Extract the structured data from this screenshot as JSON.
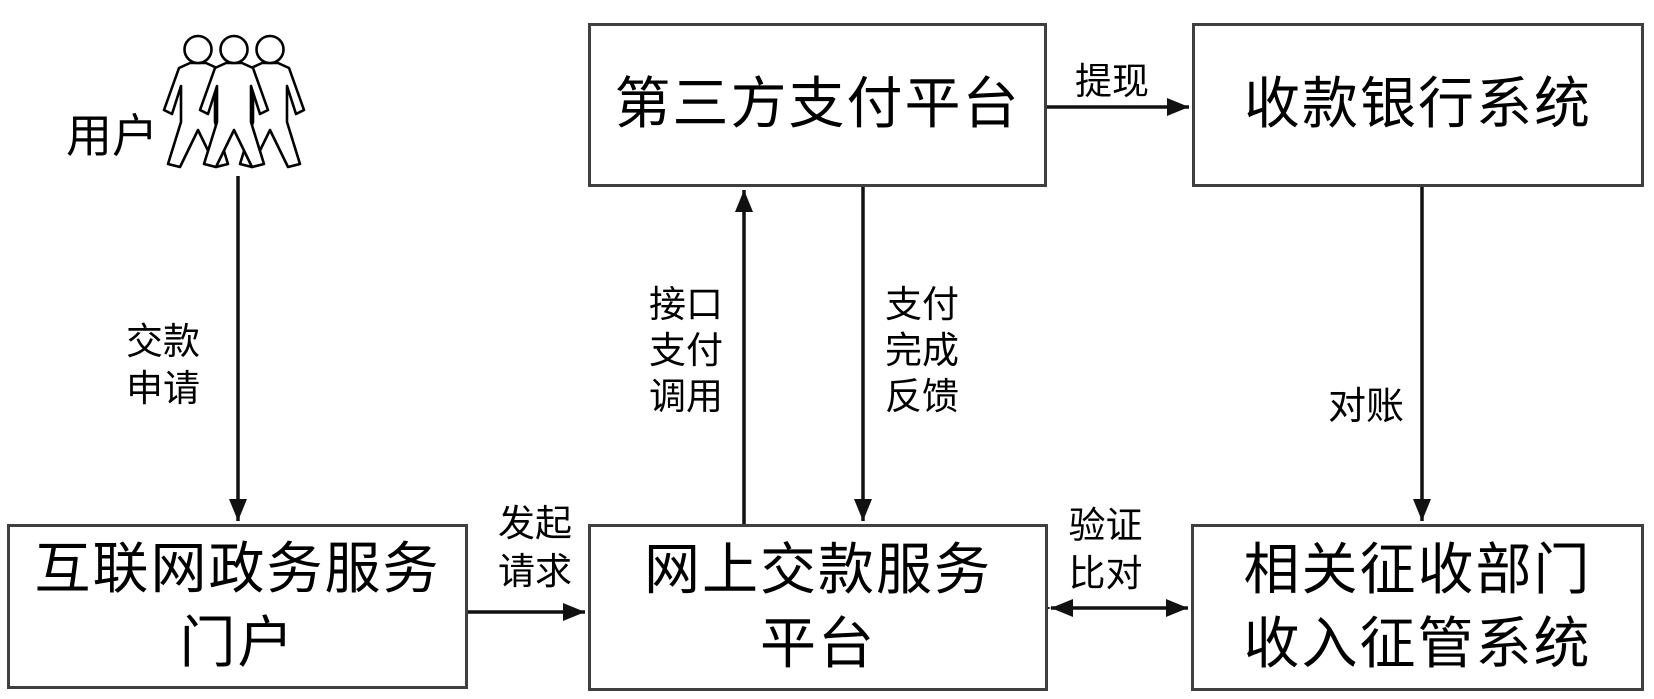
{
  "user": {
    "label": "用户"
  },
  "nodes": {
    "third_party_platform": {
      "label": "第三方支付平台"
    },
    "bank_system": {
      "label": "收款银行系统"
    },
    "gov_portal": {
      "lines": [
        "互联网政务服务",
        "门户"
      ]
    },
    "online_payment_platform": {
      "lines": [
        "网上交款服务",
        "平台"
      ]
    },
    "revenue_system": {
      "lines": [
        "相关征收部门",
        "收入征管系统"
      ]
    }
  },
  "edges": {
    "payment_application": {
      "lines": [
        "交款",
        "申请"
      ]
    },
    "initiate_request": {
      "lines": [
        "发起",
        "请求"
      ]
    },
    "interface_payment_call": {
      "lines": [
        "接口",
        "支付",
        "调用"
      ]
    },
    "payment_complete_feedback": {
      "lines": [
        "支付",
        "完成",
        "反馈"
      ]
    },
    "withdraw": {
      "label": "提现"
    },
    "reconcile": {
      "label": "对账"
    },
    "verify_compare": {
      "lines": [
        "验证",
        "比对"
      ]
    }
  },
  "colors": {
    "line": "#111111",
    "box_border": "#3f3f3f",
    "background": "#ffffff",
    "text": "#000000"
  }
}
